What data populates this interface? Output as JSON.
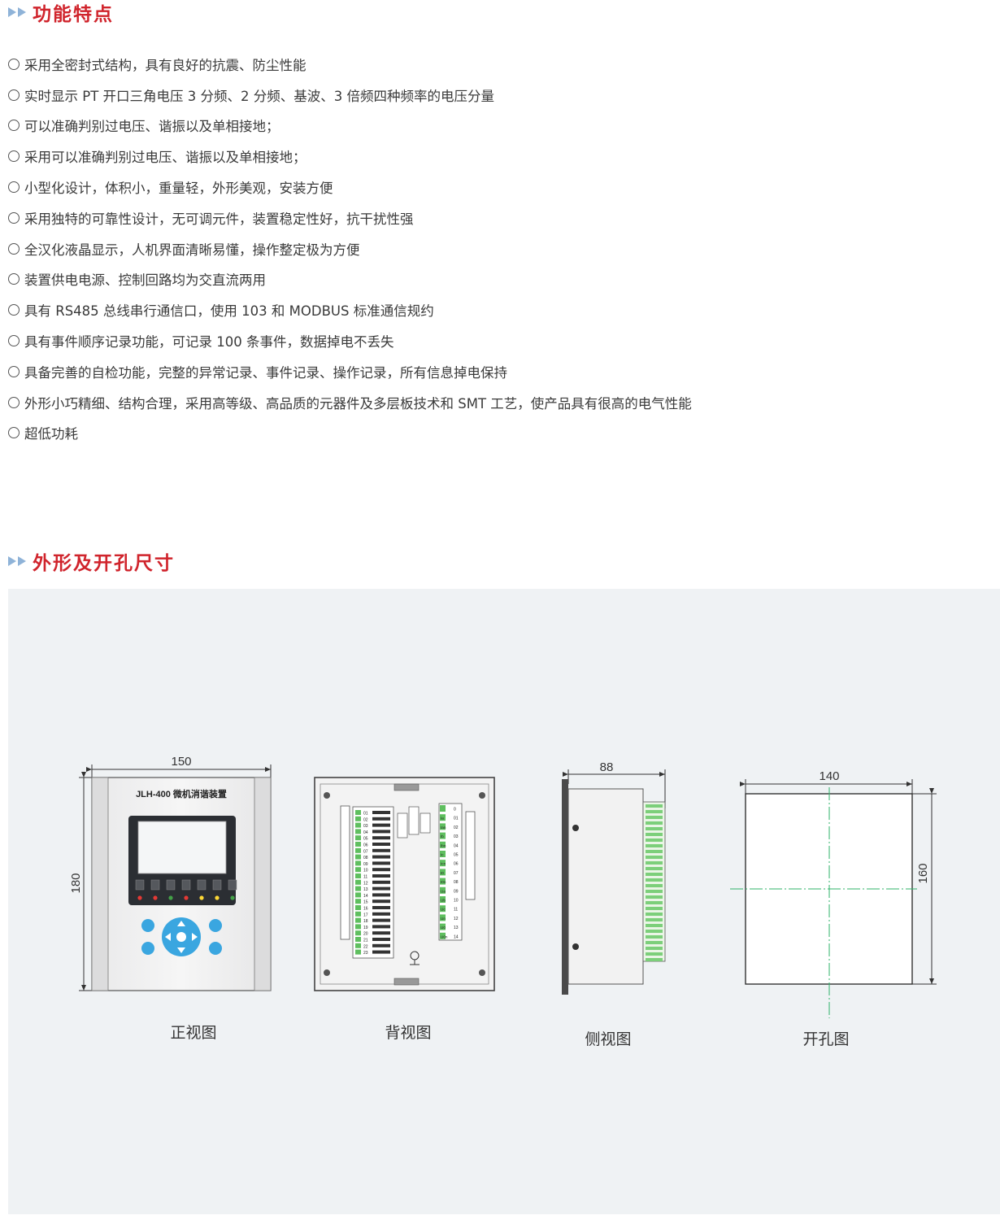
{
  "features_section": {
    "title": "功能特点",
    "items": [
      "采用全密封式结构，具有良好的抗震、防尘性能",
      "实时显示 PT 开口三角电压 3 分频、2 分频、基波、3 倍频四种频率的电压分量",
      "可以准确判别过电压、谐振以及单相接地；",
      "采用可以准确判别过电压、谐振以及单相接地；",
      "小型化设计，体积小，重量轻，外形美观，安装方便",
      "采用独特的可靠性设计，无可调元件，装置稳定性好，抗干扰性强",
      "全汉化液晶显示，人机界面清晰易懂，操作整定极为方便",
      "装置供电电源、控制回路均为交直流两用",
      "具有 RS485 总线串行通信口，使用 103 和 MODBUS 标准通信规约",
      "具有事件顺序记录功能，可记录 100 条事件，数据掉电不丢失",
      "具备完善的自检功能，完整的异常记录、事件记录、操作记录，所有信息掉电保持",
      "外形小巧精细、结构合理，采用高等级、高品质的元器件及多层板技术和 SMT 工艺，使产品具有很高的电气性能",
      "超低功耗"
    ]
  },
  "dimensions_section": {
    "title": "外形及开孔尺寸",
    "front_view": {
      "caption": "正视图",
      "width_dim": "150",
      "height_dim": "180",
      "device_label": "JLH-400 微机消谐装置"
    },
    "back_view": {
      "caption": "背视图",
      "left_terminals": [
        "01",
        "02",
        "03",
        "04",
        "05",
        "06",
        "07",
        "08",
        "09",
        "10",
        "11",
        "12",
        "13",
        "14",
        "15",
        "16",
        "17",
        "18",
        "19",
        "20",
        "21",
        "22",
        "23"
      ],
      "right_terminals": [
        "0",
        "01",
        "02",
        "03",
        "04",
        "05",
        "06",
        "07",
        "08",
        "09",
        "10",
        "11",
        "12",
        "13",
        "14"
      ],
      "right_labels": [
        "Ia",
        "Ian",
        "Ib",
        "Ibn",
        "Ic",
        "Icn",
        "I0",
        "I0n",
        "Ua",
        "Ub",
        "Uc",
        "Un",
        "U0",
        "U0n"
      ]
    },
    "side_view": {
      "caption": "侧视图",
      "depth_dim": "88"
    },
    "cutout_view": {
      "caption": "开孔图",
      "width_dim": "140",
      "height_dim": "160"
    }
  },
  "colors": {
    "title_red": "#d0242c",
    "arrow_blue": "#8fb3d8",
    "panel_bg": "#eff2f4",
    "terminal_green": "#5fbf5f",
    "key_blue": "#3aa6e0",
    "center_line": "#2fb36a"
  }
}
